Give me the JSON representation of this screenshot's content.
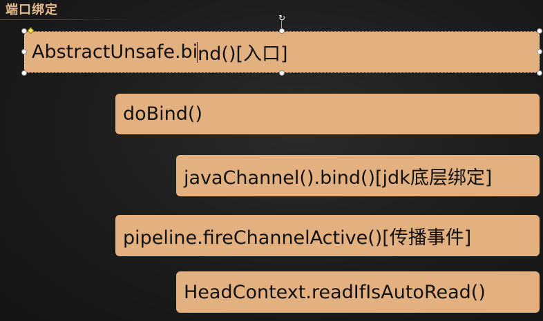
{
  "slide": {
    "title": "端口绑定",
    "title_color": "#e4b989",
    "box_color": "#e3b17f",
    "boxes": [
      {
        "label_before_caret": "AbstractUnsafe.bi",
        "label_after_caret": "nd()[入口]"
      },
      {
        "label": "doBind()"
      },
      {
        "label": "javaChannel().bind()[jdk底层绑定]"
      },
      {
        "label": "pipeline.fireChannelActive()[传播事件]"
      },
      {
        "label": "HeadContext.readIfIsAutoRead()"
      }
    ]
  },
  "selection": {
    "rotate_icon": "rotate-icon",
    "adjust_icon": "adjust-diamond-icon"
  }
}
